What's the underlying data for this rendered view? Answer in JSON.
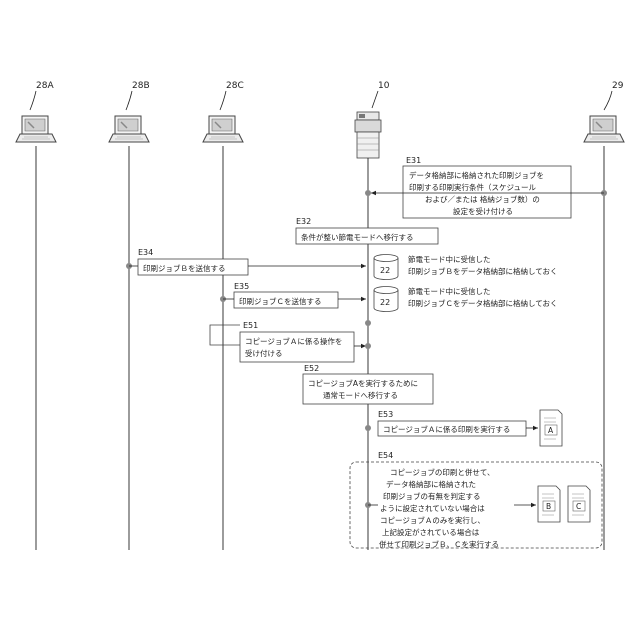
{
  "entities": [
    {
      "id": "28A",
      "label": "28A"
    },
    {
      "id": "28B",
      "label": "28B"
    },
    {
      "id": "28C",
      "label": "28C"
    },
    {
      "id": "10",
      "label": "10"
    },
    {
      "id": "29",
      "label": "29"
    }
  ],
  "steps": {
    "e31": {
      "label": "E31",
      "lines": [
        "データ格納部に格納された印刷ジョブを",
        "印刷する印刷実行条件（スケジュール",
        "および／または 格納ジョブ数）の",
        "設定を受け付ける"
      ]
    },
    "e32": {
      "label": "E32",
      "text": "条件が整い節電モードへ移行する"
    },
    "e34": {
      "label": "E34",
      "text": "印刷ジョブＢを送信する",
      "note_lines": [
        "節電モード中に受信した",
        "印刷ジョブＢをデータ格納部に格納しておく"
      ]
    },
    "e35": {
      "label": "E35",
      "text": "印刷ジョブＣを送信する",
      "note_lines": [
        "節電モード中に受信した",
        "印刷ジョブＣをデータ格納部に格納しておく"
      ]
    },
    "e51": {
      "label": "E51",
      "lines": [
        "コピージョブＡに係る操作を",
        "受け付ける"
      ]
    },
    "e52": {
      "label": "E52",
      "lines": [
        "コピージョブAを実行するために",
        "通常モードへ移行する"
      ]
    },
    "e53": {
      "label": "E53",
      "text": "コピージョブＡに係る印刷を実行する"
    },
    "e54": {
      "label": "E54",
      "lines": [
        "コピージョブの印刷と併せて、",
        "データ格納部に格納された",
        "印刷ジョブの有無を判定する",
        "ように設定されていない場合は",
        "コピージョブＡのみを実行し、",
        "上記設定がされている場合は",
        "併せて印刷ジョブＢ、Ｃを実行する"
      ]
    }
  },
  "storage": {
    "label": "22"
  },
  "documents": {
    "a": "A",
    "b": "B",
    "c": "C"
  }
}
